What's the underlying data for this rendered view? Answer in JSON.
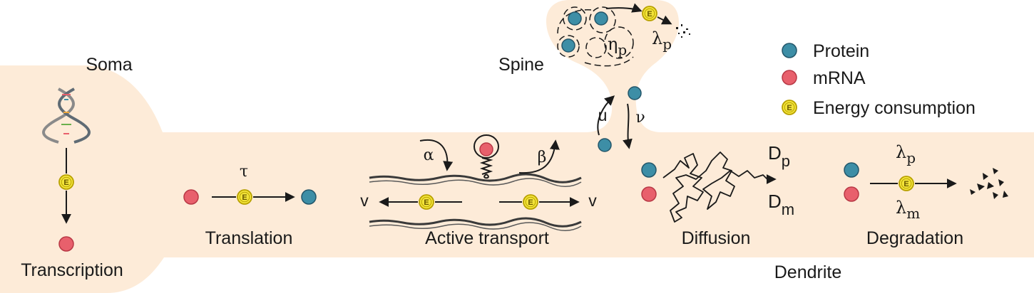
{
  "labels": {
    "soma": "Soma",
    "spine": "Spine",
    "dendrite": "Dendrite",
    "transcription": "Transcription",
    "translation": "Translation",
    "active_transport": "Active transport",
    "diffusion": "Diffusion",
    "degradation": "Degradation"
  },
  "legend": {
    "protein": "Protein",
    "mrna": "mRNA",
    "energy": "Energy consumption"
  },
  "symbols": {
    "tau": "τ",
    "alpha": "α",
    "beta": "β",
    "v_left": "v",
    "v_right": "v",
    "u": "u",
    "nu": "ν",
    "eta": "η",
    "eta_sub": "p",
    "lambda_spine": "λ",
    "lambda_spine_sub": "p",
    "D_p": "D",
    "D_p_sub": "p",
    "D_m": "D",
    "D_m_sub": "m",
    "lambda_p": "λ",
    "lambda_p_sub": "p",
    "lambda_m": "λ",
    "lambda_m_sub": "m",
    "coin_letter": "E"
  },
  "colors": {
    "cell_fill": "#fdebd8",
    "protein": "#3d8ea6",
    "mrna": "#e8606c",
    "energy": "#f3e43a",
    "ink": "#1a1a1a"
  },
  "icons": [
    "dna-helix-icon",
    "energy-coin-icon",
    "protein-molecule-icon",
    "mrna-molecule-icon",
    "ribosome-icon",
    "fragments-icon"
  ]
}
